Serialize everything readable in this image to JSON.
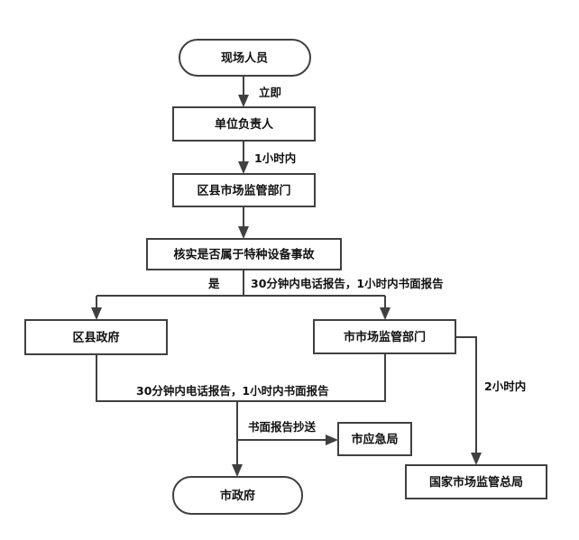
{
  "diagram": {
    "nodes": {
      "onsite_staff": "现场人员",
      "unit_leader": "单位负责人",
      "district_market_dept": "区县市场监管部门",
      "verify_decision": "核实是否属于特种设备事故",
      "district_government": "区县政府",
      "city_market_dept": "市市场监管部门",
      "city_emergency_bureau": "市应急局",
      "national_market_admin": "国家市场监管总局",
      "city_government": "市政府"
    },
    "edges": {
      "immediately": "立即",
      "within_1_hour": "1小时内",
      "yes": "是",
      "report_rule_top": "30分钟内电话报告，1小时内书面报告",
      "report_rule_bottom": "30分钟内电话报告，1小时内书面报告",
      "written_copy": "书面报告抄送",
      "within_2_hours": "2小时内"
    },
    "colors": {
      "stroke": "#404040",
      "text": "#111111",
      "background": "#ffffff"
    }
  }
}
